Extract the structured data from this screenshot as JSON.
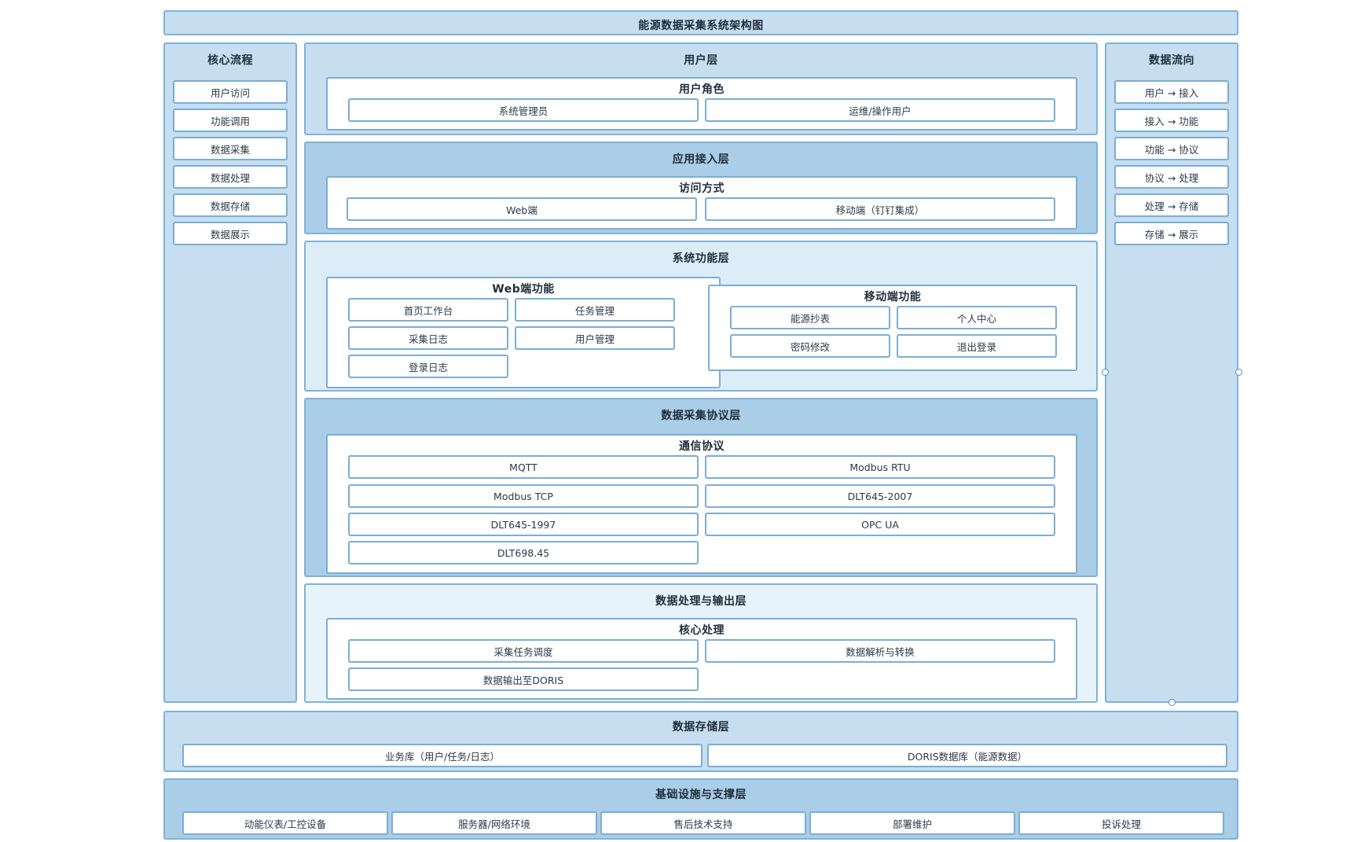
{
  "diagram_title": "能源数据采集系统架构图",
  "core_flow": {
    "title": "核心流程",
    "items": [
      "用户访问",
      "功能调用",
      "数据采集",
      "数据处理",
      "数据存储",
      "数据展示"
    ]
  },
  "data_flow": {
    "title": "数据流向",
    "items": [
      "用户 → 接入",
      "接入 → 功能",
      "功能 → 协议",
      "协议 → 处理",
      "处理 → 存储",
      "存储 → 展示"
    ]
  },
  "user_layer": {
    "title": "用户层",
    "group_title": "用户角色",
    "items": [
      "系统管理员",
      "运维/操作用户"
    ]
  },
  "access_layer": {
    "title": "应用接入层",
    "group_title": "访问方式",
    "items": [
      "Web端",
      "移动端（钉钉集成）"
    ]
  },
  "function_layer": {
    "title": "系统功能层",
    "web": {
      "title": "Web端功能",
      "items": [
        "首页工作台",
        "任务管理",
        "采集日志",
        "用户管理",
        "登录日志"
      ]
    },
    "mobile": {
      "title": "移动端功能",
      "items": [
        "能源抄表",
        "个人中心",
        "密码修改",
        "退出登录"
      ]
    }
  },
  "protocol_layer": {
    "title": "数据采集协议层",
    "group_title": "通信协议",
    "items": [
      "MQTT",
      "Modbus RTU",
      "Modbus TCP",
      "DLT645-2007",
      "DLT645-1997",
      "OPC UA",
      "DLT698.45"
    ]
  },
  "processing_layer": {
    "title": "数据处理与输出层",
    "group_title": "核心处理",
    "items": [
      "采集任务调度",
      "数据解析与转换",
      "数据输出至DORIS"
    ]
  },
  "storage_layer": {
    "title": "数据存储层",
    "items": [
      "业务库（用户/任务/日志）",
      "DORIS数据库（能源数据）"
    ]
  },
  "infra_layer": {
    "title": "基础设施与支撑层",
    "items": [
      "动能仪表/工控设备",
      "服务器/网络环境",
      "售后技术支持",
      "部署维护",
      "投诉处理"
    ]
  }
}
